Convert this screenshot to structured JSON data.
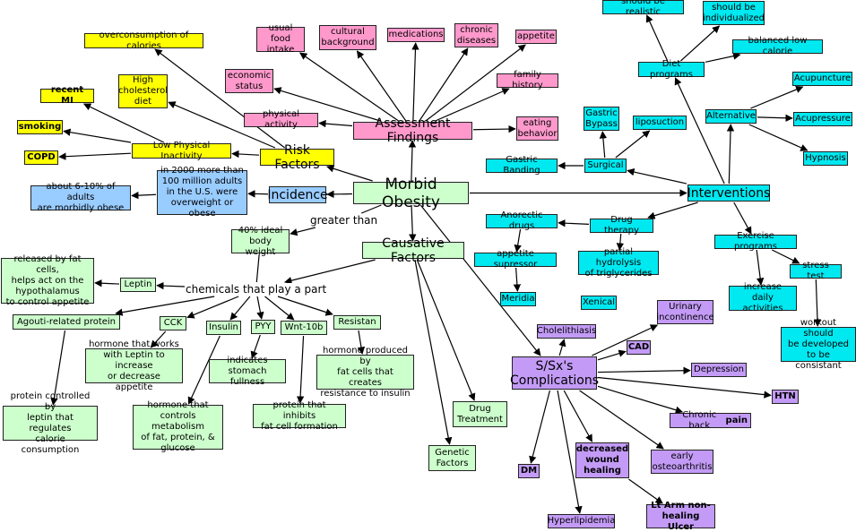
{
  "colors": {
    "yellow": "#ffff00",
    "pink": "#ff99cc",
    "cyan": "#00e8f0",
    "blue": "#99ccff",
    "green": "#ccffcc",
    "purple": "#c39bf6"
  },
  "nodes": {
    "morbid_obesity": "Morbid Obesity",
    "risk_factors": "Risk Factors",
    "low_inactivity": "Low Physical Inactivity",
    "overconsumption": "overconsumption of calories",
    "high_cholesterol": "High\ncholesterol\ndiet",
    "recent_mi": "recent MI",
    "smoking": "smoking",
    "copd": "COPD",
    "assessment": "Assessment Findings",
    "usual_food": "usual food\nintake",
    "cultural": "cultural\nbackground",
    "medications": "medications",
    "chronic": "chronic\ndiseases",
    "appetite": "appetite",
    "family_history": "family history",
    "eating_behavior": "eating\nbehavior",
    "economic": "economic\nstatus",
    "physical_activity": "physical activity",
    "incidence": "Incidence",
    "in_2000": "in 2000 more than\n100 million adults\nin the U.S. were\noverweight or obese",
    "about_6_10": "about 6-10% of adults\nare morbidly obese",
    "ideal_weight": "40% ideal\nbody weight",
    "causative": "Causative Factors",
    "chemicals": "chemicals that play a part",
    "leptin": "Leptin",
    "leptin_desc": "released by fat cells,\nhelps act on the\nhypothalamus\nto control appetite",
    "agouti": "Agouti-related protein",
    "agouti_desc": "protein controlled by\nleptin that regulates\ncalorie consumption",
    "cck": "CCK",
    "cck_desc": "hormone that works\nwith Leptin to increase\nor decrease appetite",
    "insulin": "Insulin",
    "insulin_desc": "hormone that\ncontrols metabolism\nof fat, protein, &\nglucose",
    "pyy": "PYY",
    "pyy_desc": "indicates\nstomach fullness",
    "wnt": "Wnt-10b",
    "wnt_desc": "protein that inhibits\nfat cell formation",
    "resistan": "Resistan",
    "resistan_desc": "hormone produced by\nfat cells that creates\nresistance to insulin",
    "genetic": "Genetic\nFactors",
    "drug_treatment": "Drug\nTreatment",
    "interventions": "Interventions",
    "diet_programs": "Diet programs",
    "realistic": "should be realistic",
    "individualized": "should be\nindividualized",
    "balanced": "balanced low calorie",
    "alternative": "Alternative",
    "acupuncture": "Acupuncture",
    "acupressure": "Acupressure",
    "hypnosis": "Hypnosis",
    "surgical": "Surgical",
    "gastric_bypass": "Gastric\nBypass",
    "liposuction": "liposuction",
    "gastric_banding": "Gastric Banding",
    "drug_therapy": "Drug therapy",
    "anorectic": "Anorectic drugs",
    "appetite_sup": "appetite supressor",
    "meridia": "Meridia",
    "partial_hydrolysis": "partial hydrolysis\nof triglycerides",
    "xenical": "Xenical",
    "exercise": "Exercise programs",
    "stress_test": "stress test",
    "increase_daily": "increase\ndaily activities",
    "workout": "workout should\nbe developed\nto be consistant",
    "complications": "S/Sx's\nComplications",
    "cholelithiasis": "Cholelithiasis",
    "urinary": "Urinary\nincontinence",
    "cad": "CAD",
    "depression": "Depression",
    "htn": "HTN",
    "back_pain_a": "Chronic back ",
    "back_pain_b": "pain",
    "osteoarthritis": "early\nosteoarthritis",
    "wound": "decreased\nwound\nhealing",
    "ulcer": "Lt Arm non-\nhealing Ulcer",
    "hyperlipidemia": "Hyperlipidemia",
    "dm": "DM"
  },
  "labels": {
    "greater_than": "greater than"
  }
}
